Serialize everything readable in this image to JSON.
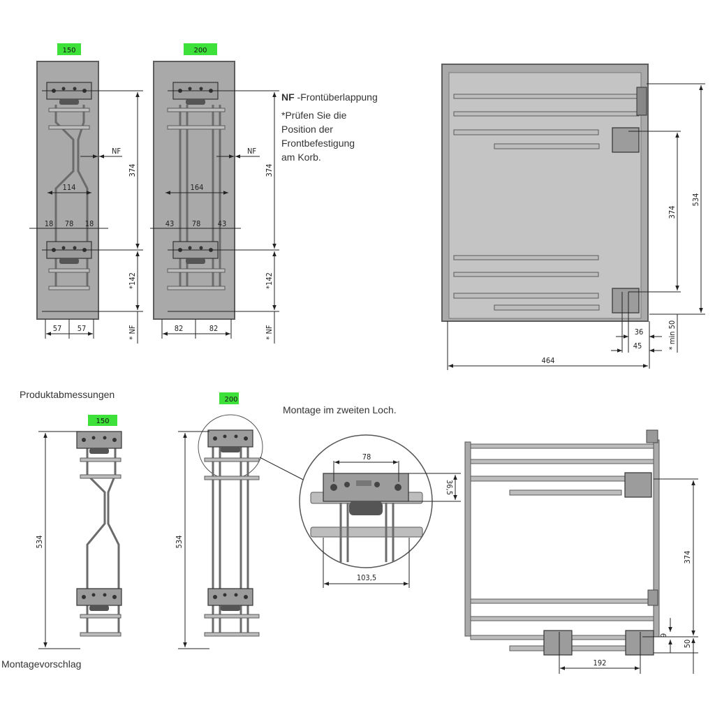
{
  "top_views": {
    "left": {
      "width_badge": "150",
      "nf": "NF",
      "height": "374",
      "inner_width": "114",
      "spacing": [
        "18",
        "78",
        "18"
      ],
      "lower": "*142",
      "halves": [
        "57",
        "57"
      ],
      "nf_vertical": "* NF"
    },
    "right": {
      "width_badge": "200",
      "nf": "NF",
      "height": "374",
      "inner_width": "164",
      "spacing": [
        "43",
        "78",
        "43"
      ],
      "lower": "*142",
      "halves": [
        "82",
        "82"
      ],
      "nf_vertical": "* NF"
    }
  },
  "note": {
    "nf_bold": "NF",
    "nf_text": " -Frontüberlappung",
    "lines": [
      "*Prüfen Sie die",
      "Position der",
      "Frontbefestigung",
      "am Korb."
    ]
  },
  "side_top": {
    "total_height": "534",
    "rail_spacing": "374",
    "offset_36": "36",
    "offset_45": "45",
    "min_50": "* min 50",
    "depth": "464"
  },
  "product": {
    "title": "Produktabmessungen",
    "left": {
      "width_badge": "150",
      "height": "534"
    },
    "right": {
      "width_badge": "200",
      "height": "534"
    }
  },
  "detail": {
    "caption": "Montage im zweiten Loch.",
    "hole_spacing": "78",
    "bracket_height": "36,5",
    "width": "103,5"
  },
  "side_bottom": {
    "rail_spacing": "374",
    "gap": "9",
    "bottom": "50",
    "rail_distance": "192"
  },
  "footer": {
    "label": "Montagevorschlag"
  },
  "colors": {
    "badge": "#3ee03a",
    "panel": "#a9a9a9"
  }
}
